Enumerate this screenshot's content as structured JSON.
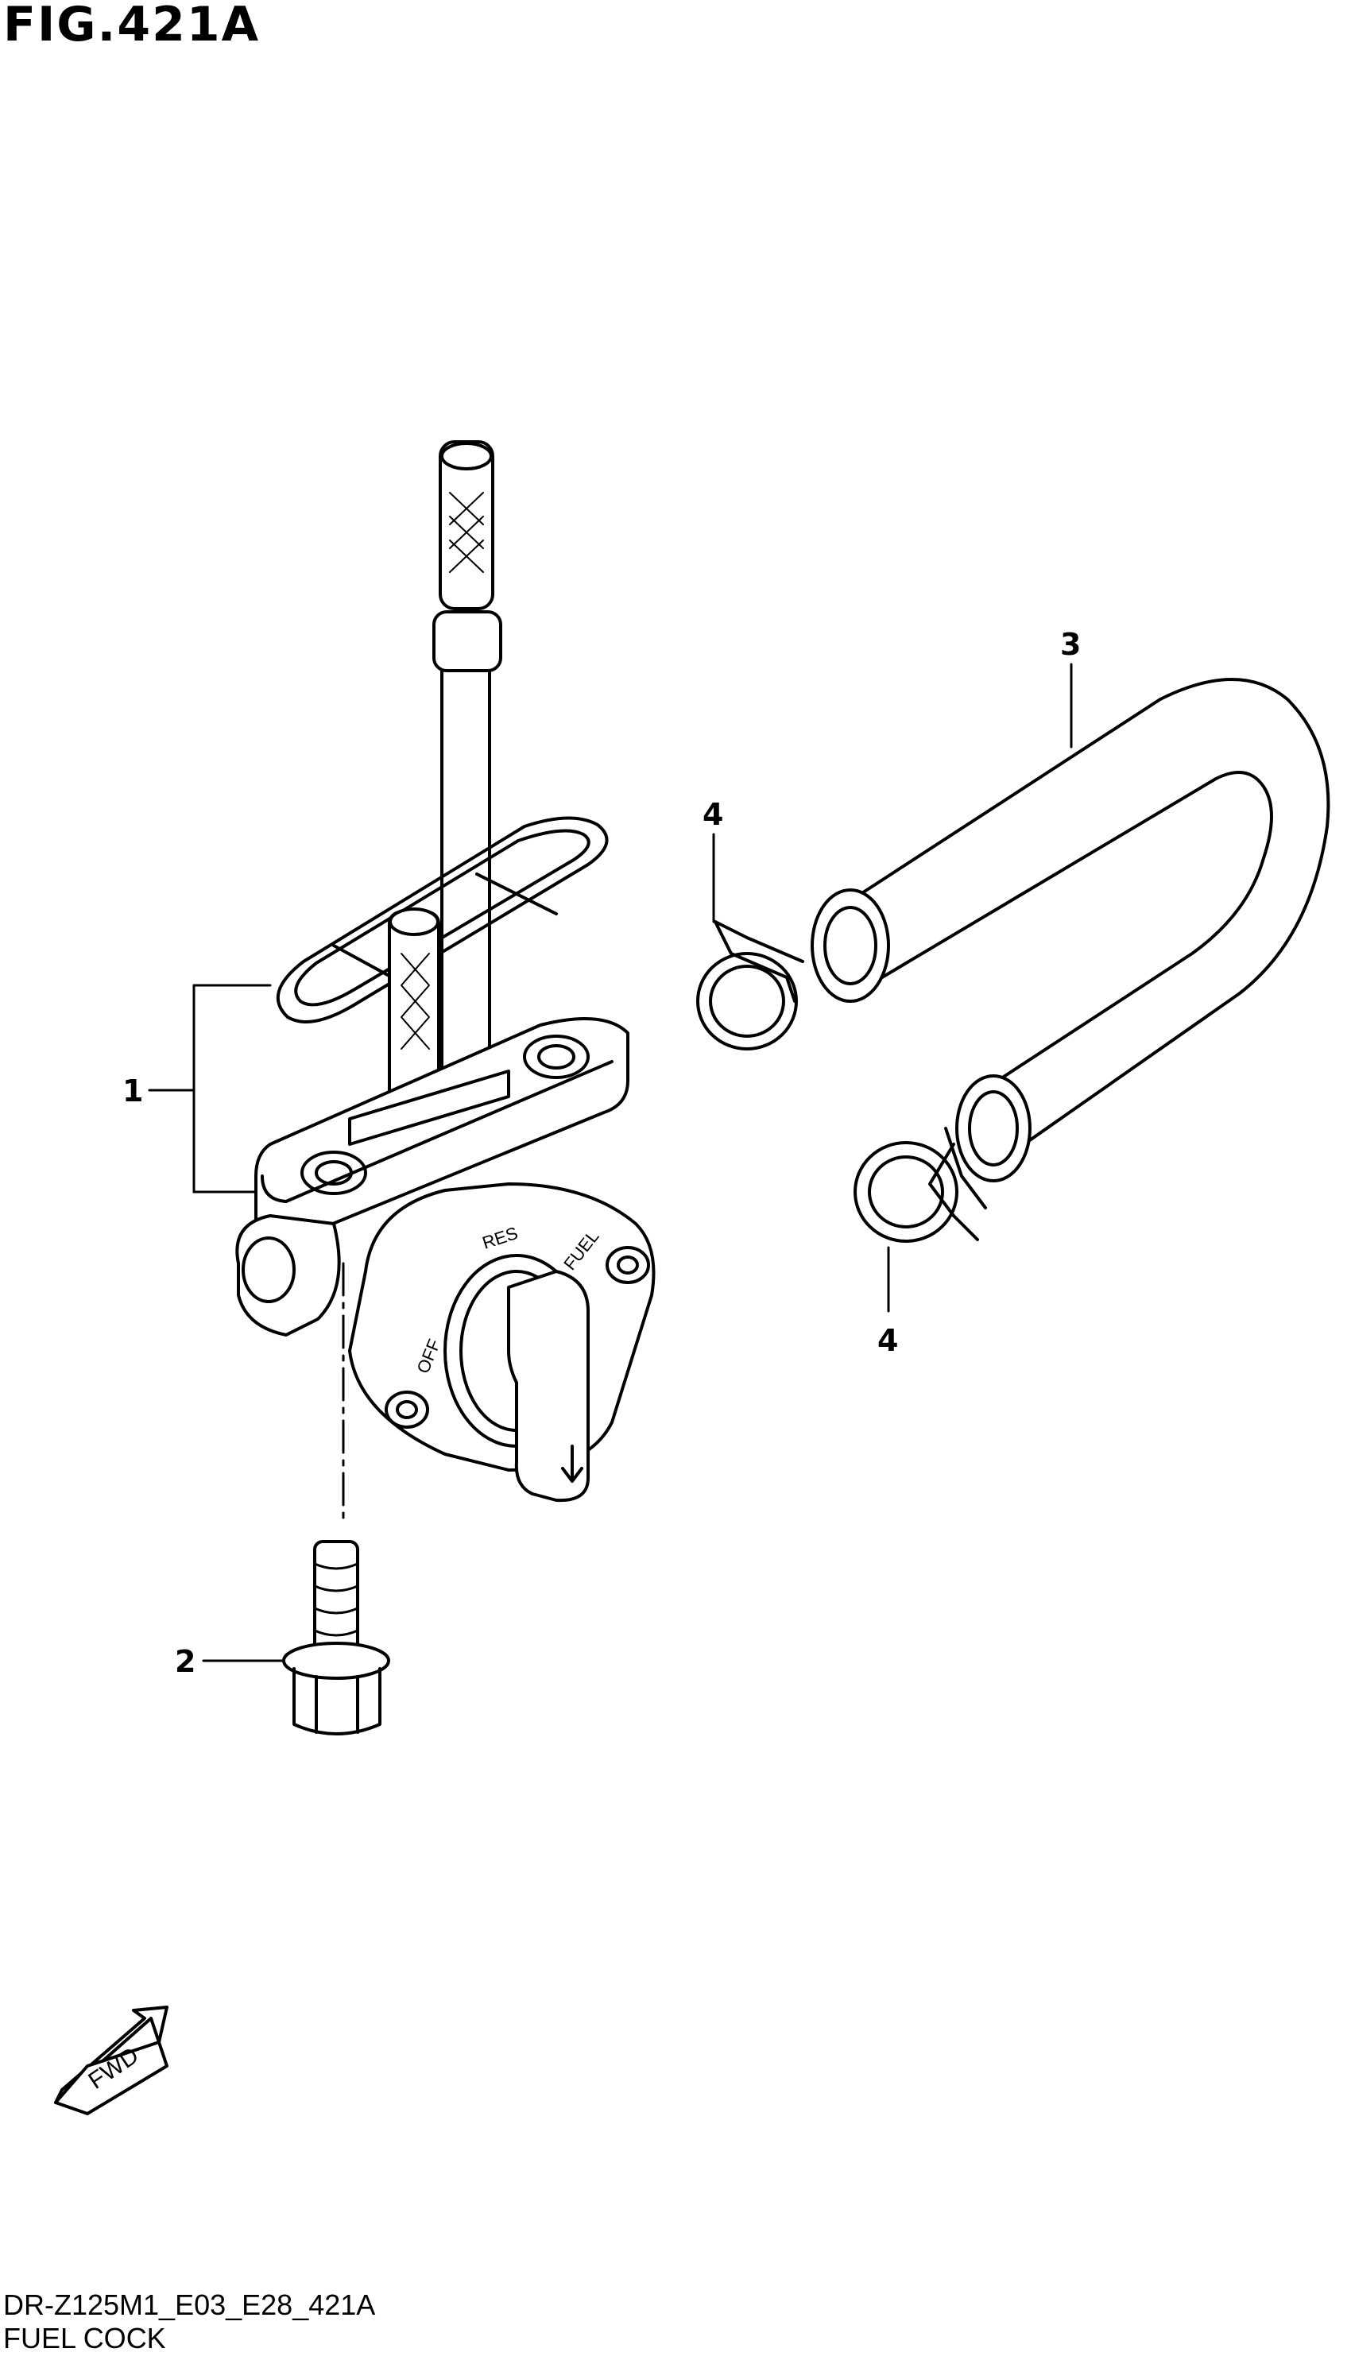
{
  "figure": {
    "title": "FIG.421A",
    "code": "DR-Z125M1_E03_E28_421A",
    "name": "FUEL COCK"
  },
  "callouts": [
    {
      "number": "1",
      "part": "fuel cock assembly"
    },
    {
      "number": "2",
      "part": "bolt"
    },
    {
      "number": "3",
      "part": "hose"
    },
    {
      "number": "4",
      "part": "clamp"
    },
    {
      "number": "4",
      "part": "clamp"
    }
  ],
  "markings": {
    "res": "RES",
    "fuel": "FUEL",
    "off": "OFF",
    "fwd": "FWD"
  },
  "icons": {
    "direction": "fwd-arrow-icon"
  }
}
